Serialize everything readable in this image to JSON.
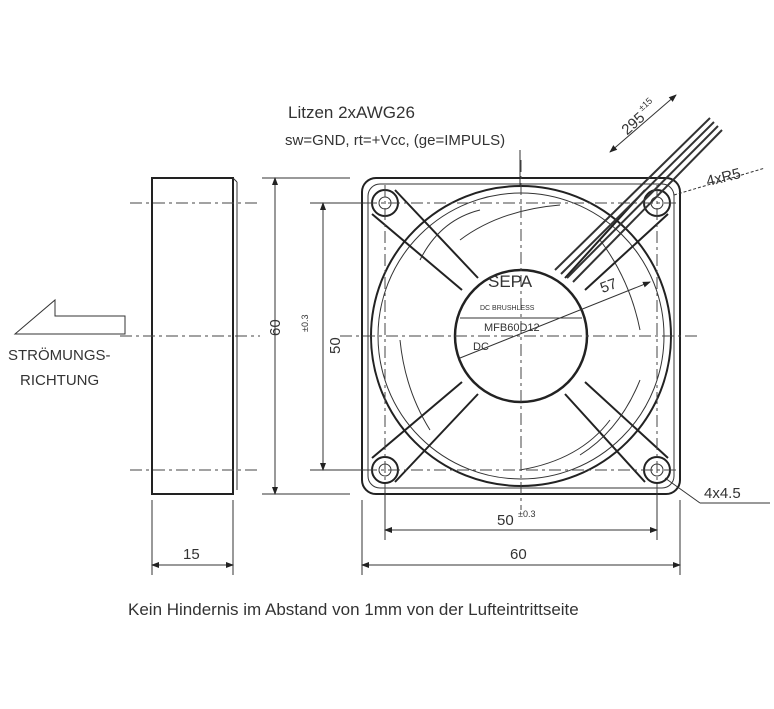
{
  "wires": {
    "line1": "Litzen 2xAWG26",
    "line2": "sw=GND, rt=+Vcc, (ge=IMPULS)",
    "length": "295",
    "length_tol": "±15"
  },
  "radius_note": "4xR5",
  "hole_note": "4x4.5",
  "label": {
    "brand": "SEPA",
    "type": "DC BRUSHLESS",
    "model": "MFB60D12",
    "dc": "DC"
  },
  "dims": {
    "diameter": "57",
    "height": "60",
    "hole_spacing_v": "50",
    "hole_tol_v": "±0.3",
    "hole_spacing_h": "50",
    "hole_tol_h": "±0.3",
    "width": "60",
    "depth": "15"
  },
  "flow": {
    "line1": "STRÖMUNGS-",
    "line2": "RICHTUNG"
  },
  "caption": "Kein Hindernis im Abstand von 1mm von der Lufteintrittseite"
}
